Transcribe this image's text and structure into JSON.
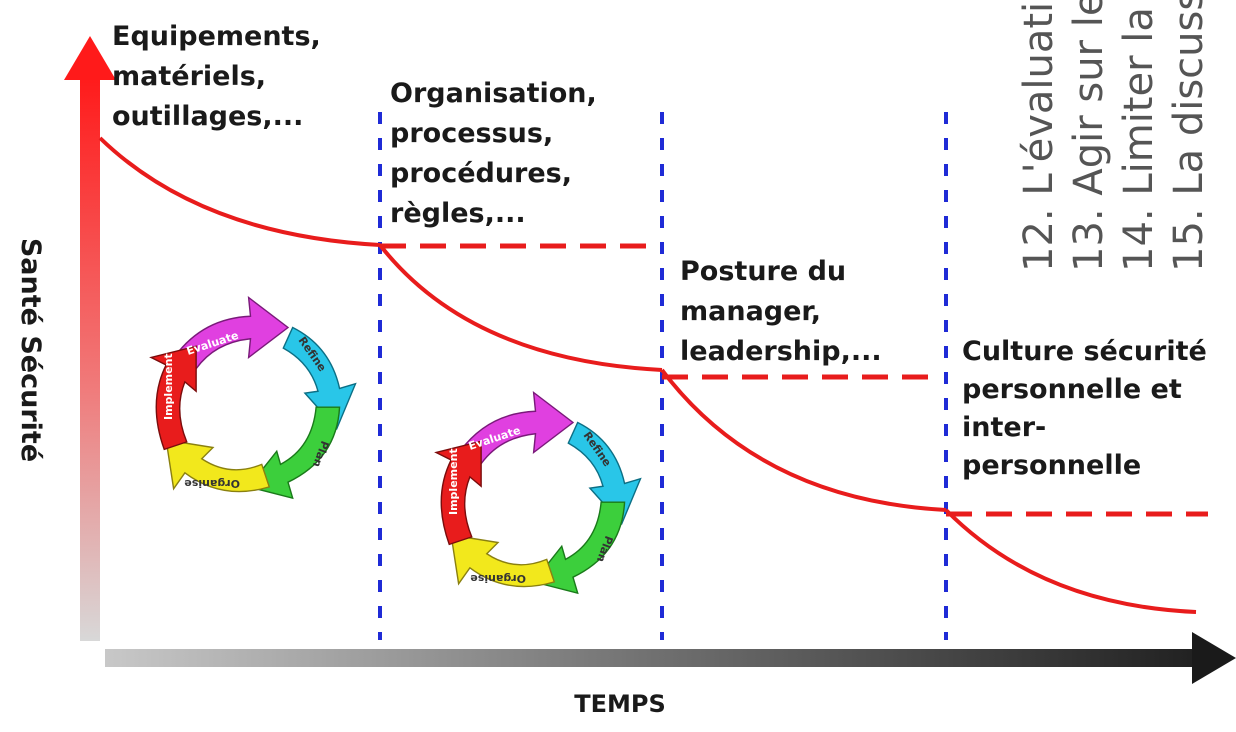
{
  "y_axis_label": "Santé Sécurité",
  "x_axis_label": "TEMPS",
  "stages": [
    {
      "lines": [
        "Equipements,",
        "matériels,",
        "outillages,..."
      ]
    },
    {
      "lines": [
        "Organisation,",
        "processus,",
        "procédures,",
        "règles,..."
      ]
    },
    {
      "lines": [
        "Posture du",
        "manager,",
        "leadership,..."
      ]
    },
    {
      "lines": [
        "Culture sécurité",
        "personnelle et",
        "inter-",
        "personnelle"
      ]
    }
  ],
  "side_list": [
    "12. L'évaluati",
    "13. Agir sur le",
    "14. Limiter la",
    "15. La discuss"
  ],
  "cycle_labels": {
    "evaluate": "Evaluate",
    "refine": "Refine",
    "plan": "Plan",
    "organise": "Organise",
    "implement": "Implement"
  },
  "colors": {
    "curve": "#e81c1c",
    "dashed_divider": "#1f2bd6",
    "evaluate": "#e040e0",
    "refine": "#29c6e8",
    "plan": "#3ccf3c",
    "organise": "#f2e81c",
    "implement": "#e81c1c"
  }
}
